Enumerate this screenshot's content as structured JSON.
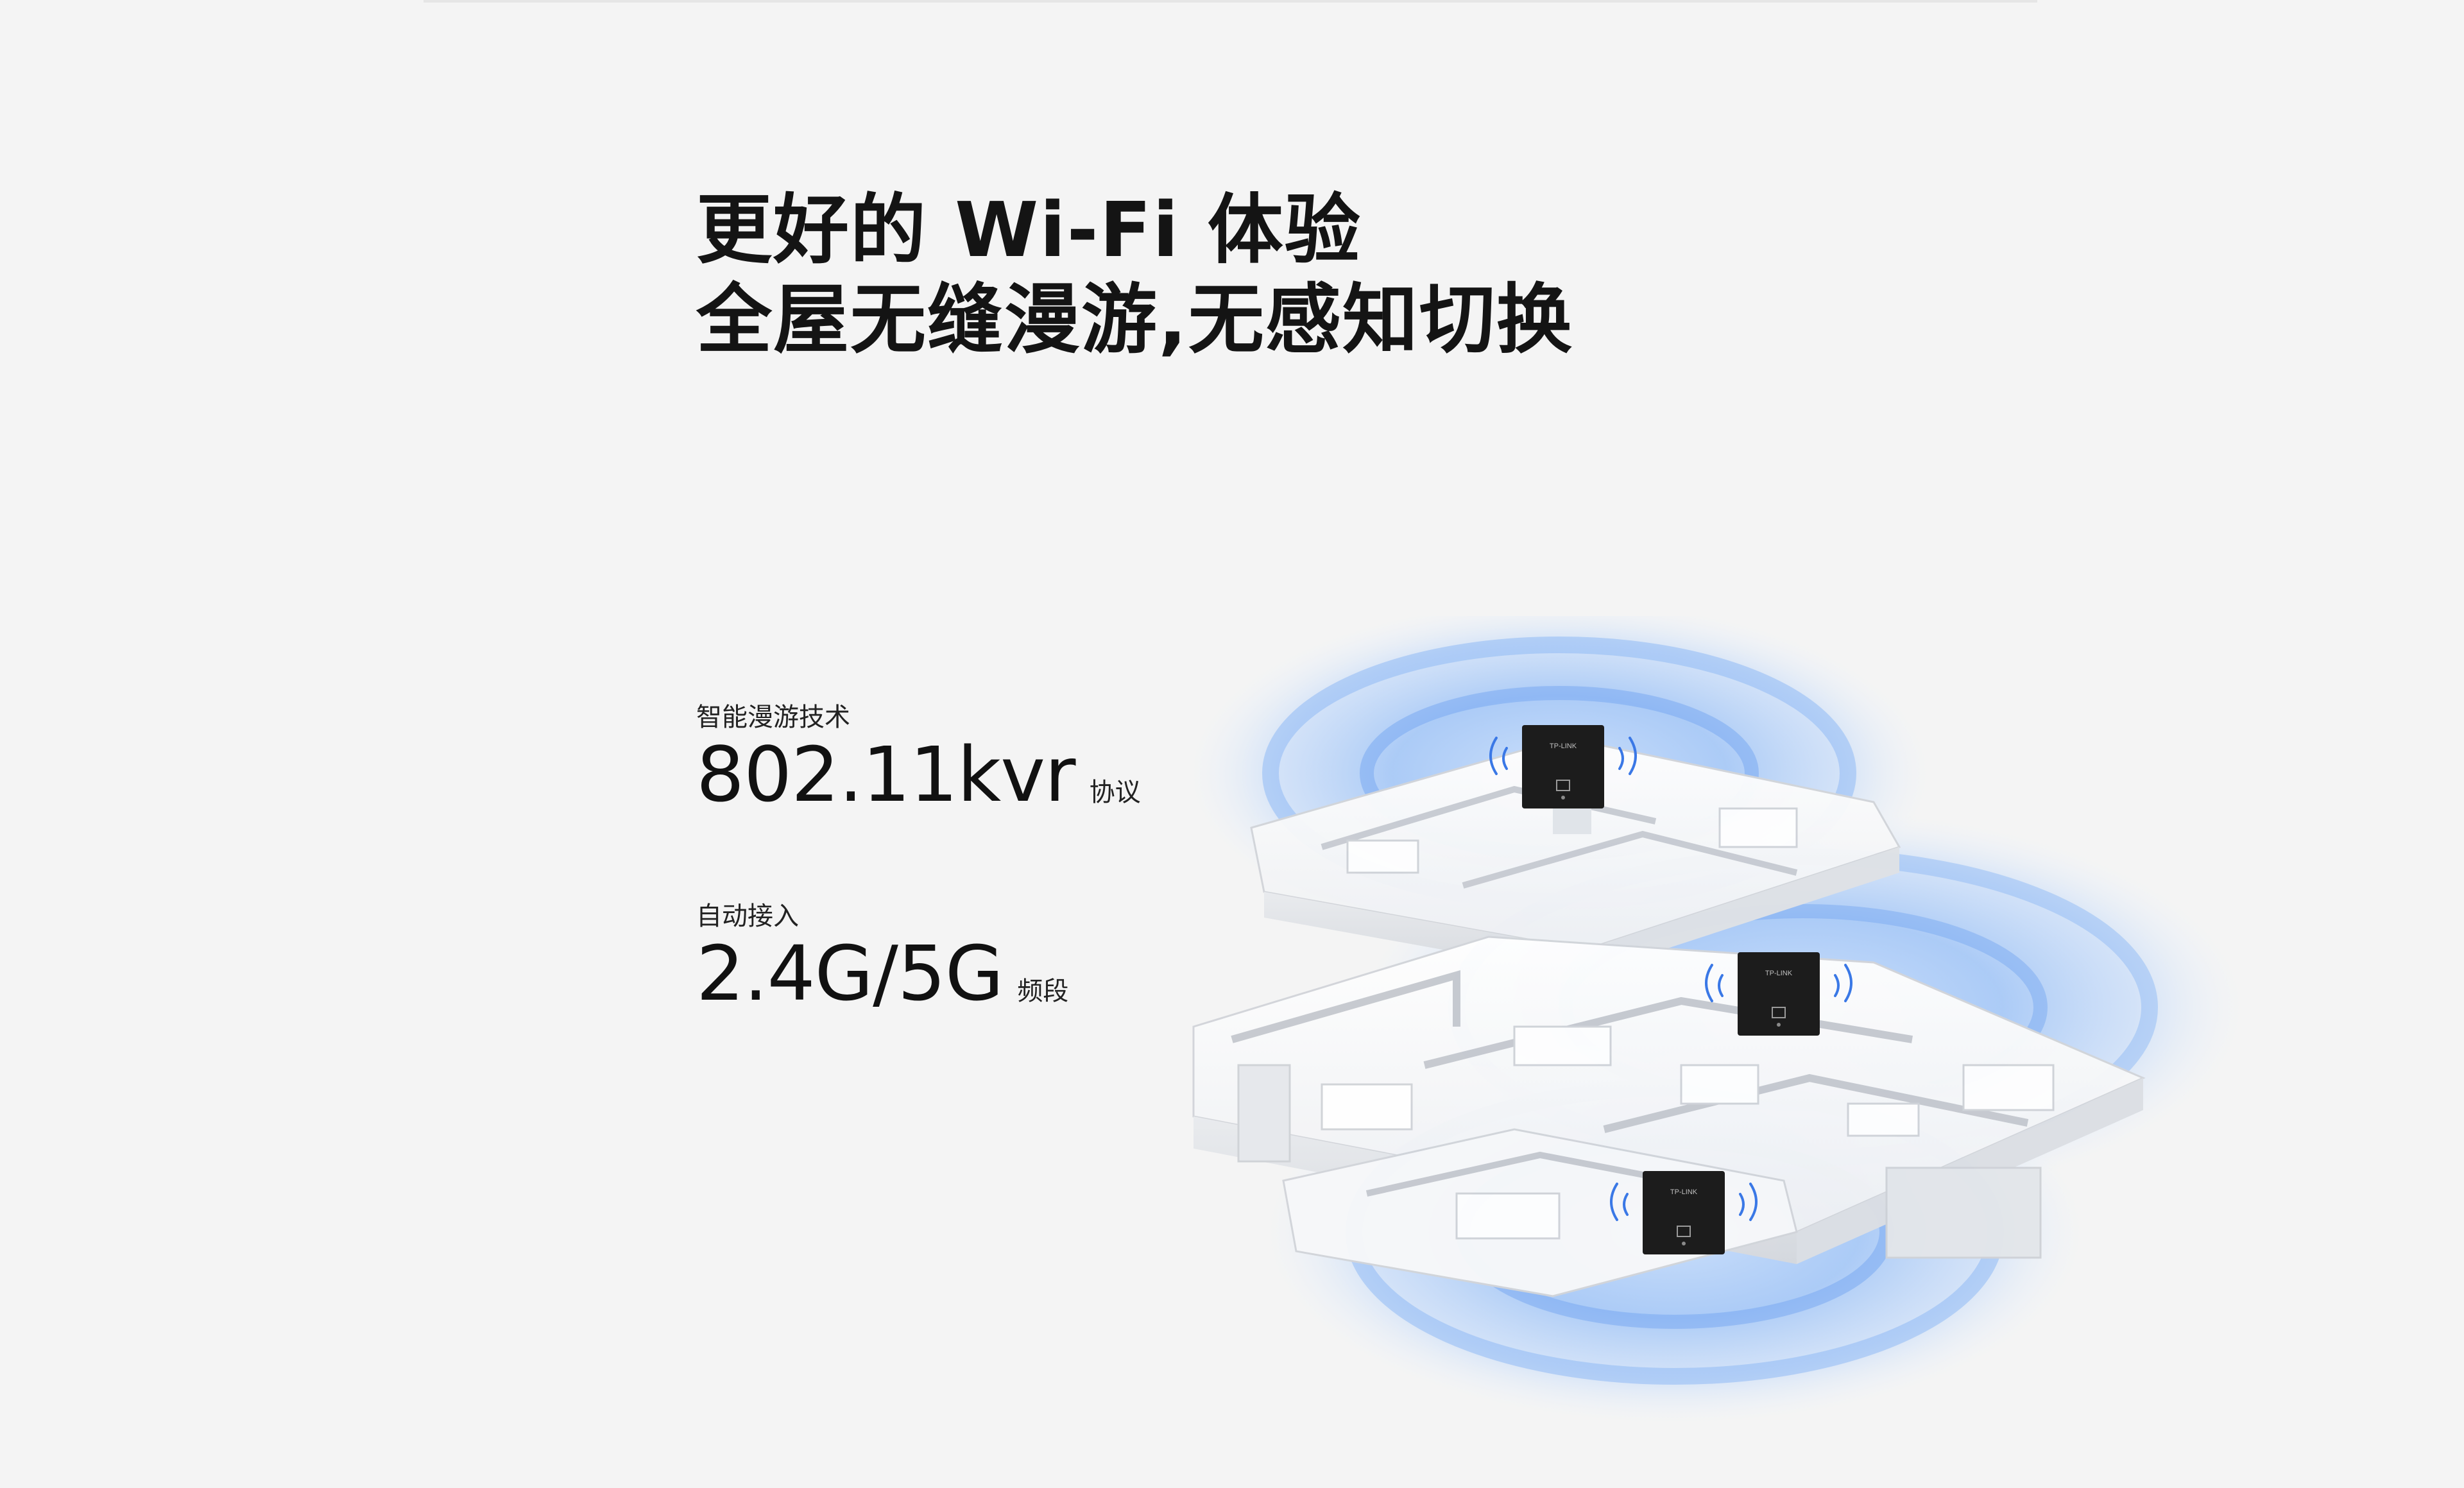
{
  "headline": {
    "line1": "更好的 Wi-Fi 体验",
    "line2": "全屋无缝漫游,无感知切换"
  },
  "specs": [
    {
      "label": "智能漫游技术",
      "value": "802.11kvr",
      "unit": "协议"
    },
    {
      "label": "自动接入",
      "value": "2.4G/5G",
      "unit": "频段"
    }
  ],
  "access_points": [
    {
      "brand": "TP-LINK"
    },
    {
      "brand": "TP-LINK"
    },
    {
      "brand": "TP-LINK"
    }
  ],
  "colors": {
    "background": "#f4f4f4",
    "signal_blue": "#7fb2f5",
    "device_black": "#1c1c1c",
    "wifi_icon": "#3a78e6"
  }
}
